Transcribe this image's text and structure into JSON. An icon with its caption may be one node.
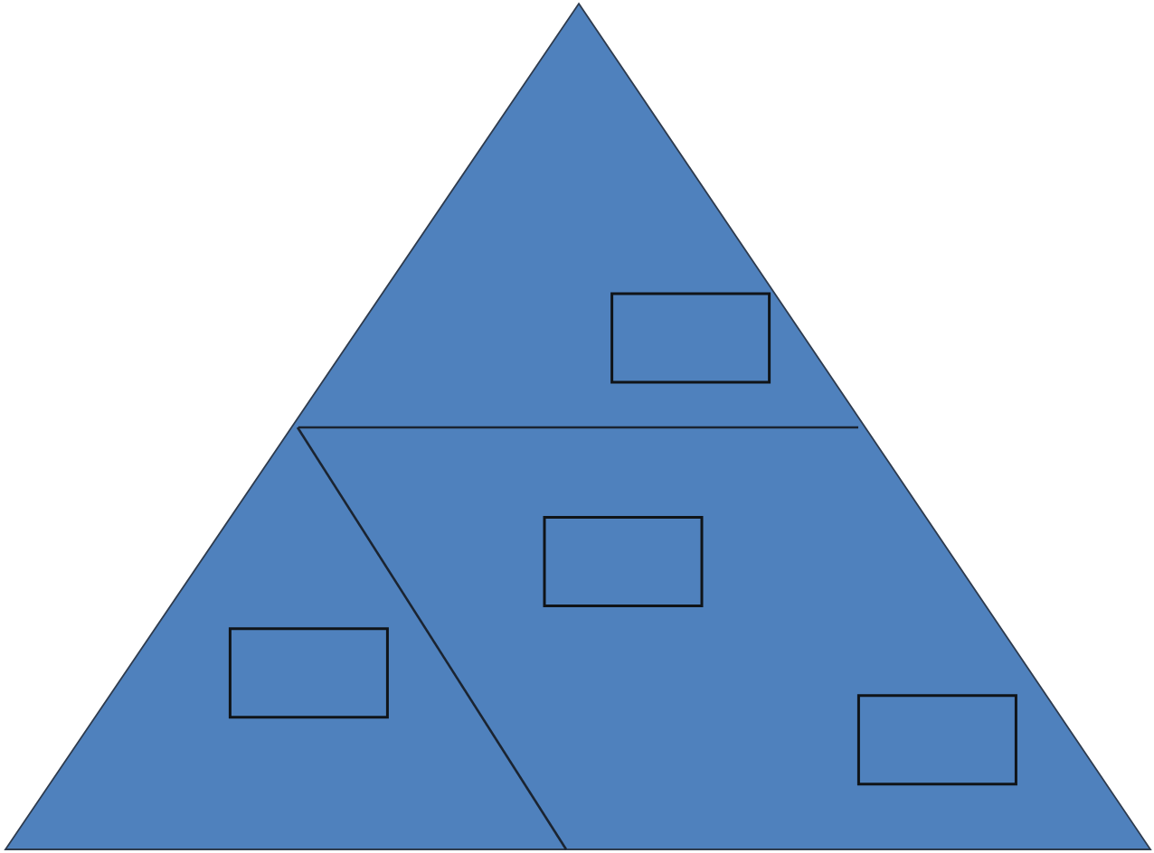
{
  "diagram": {
    "nodes": [
      {
        "text": [],
        "shape": "triangle"
      },
      {
        "text": [],
        "shape": "box",
        "in": 0
      },
      {
        "text": [],
        "shape": "box",
        "in": 0
      },
      {
        "text": [],
        "shape": "box",
        "in": 0
      },
      {
        "text": [],
        "shape": "box",
        "in": 0
      }
    ]
  }
}
